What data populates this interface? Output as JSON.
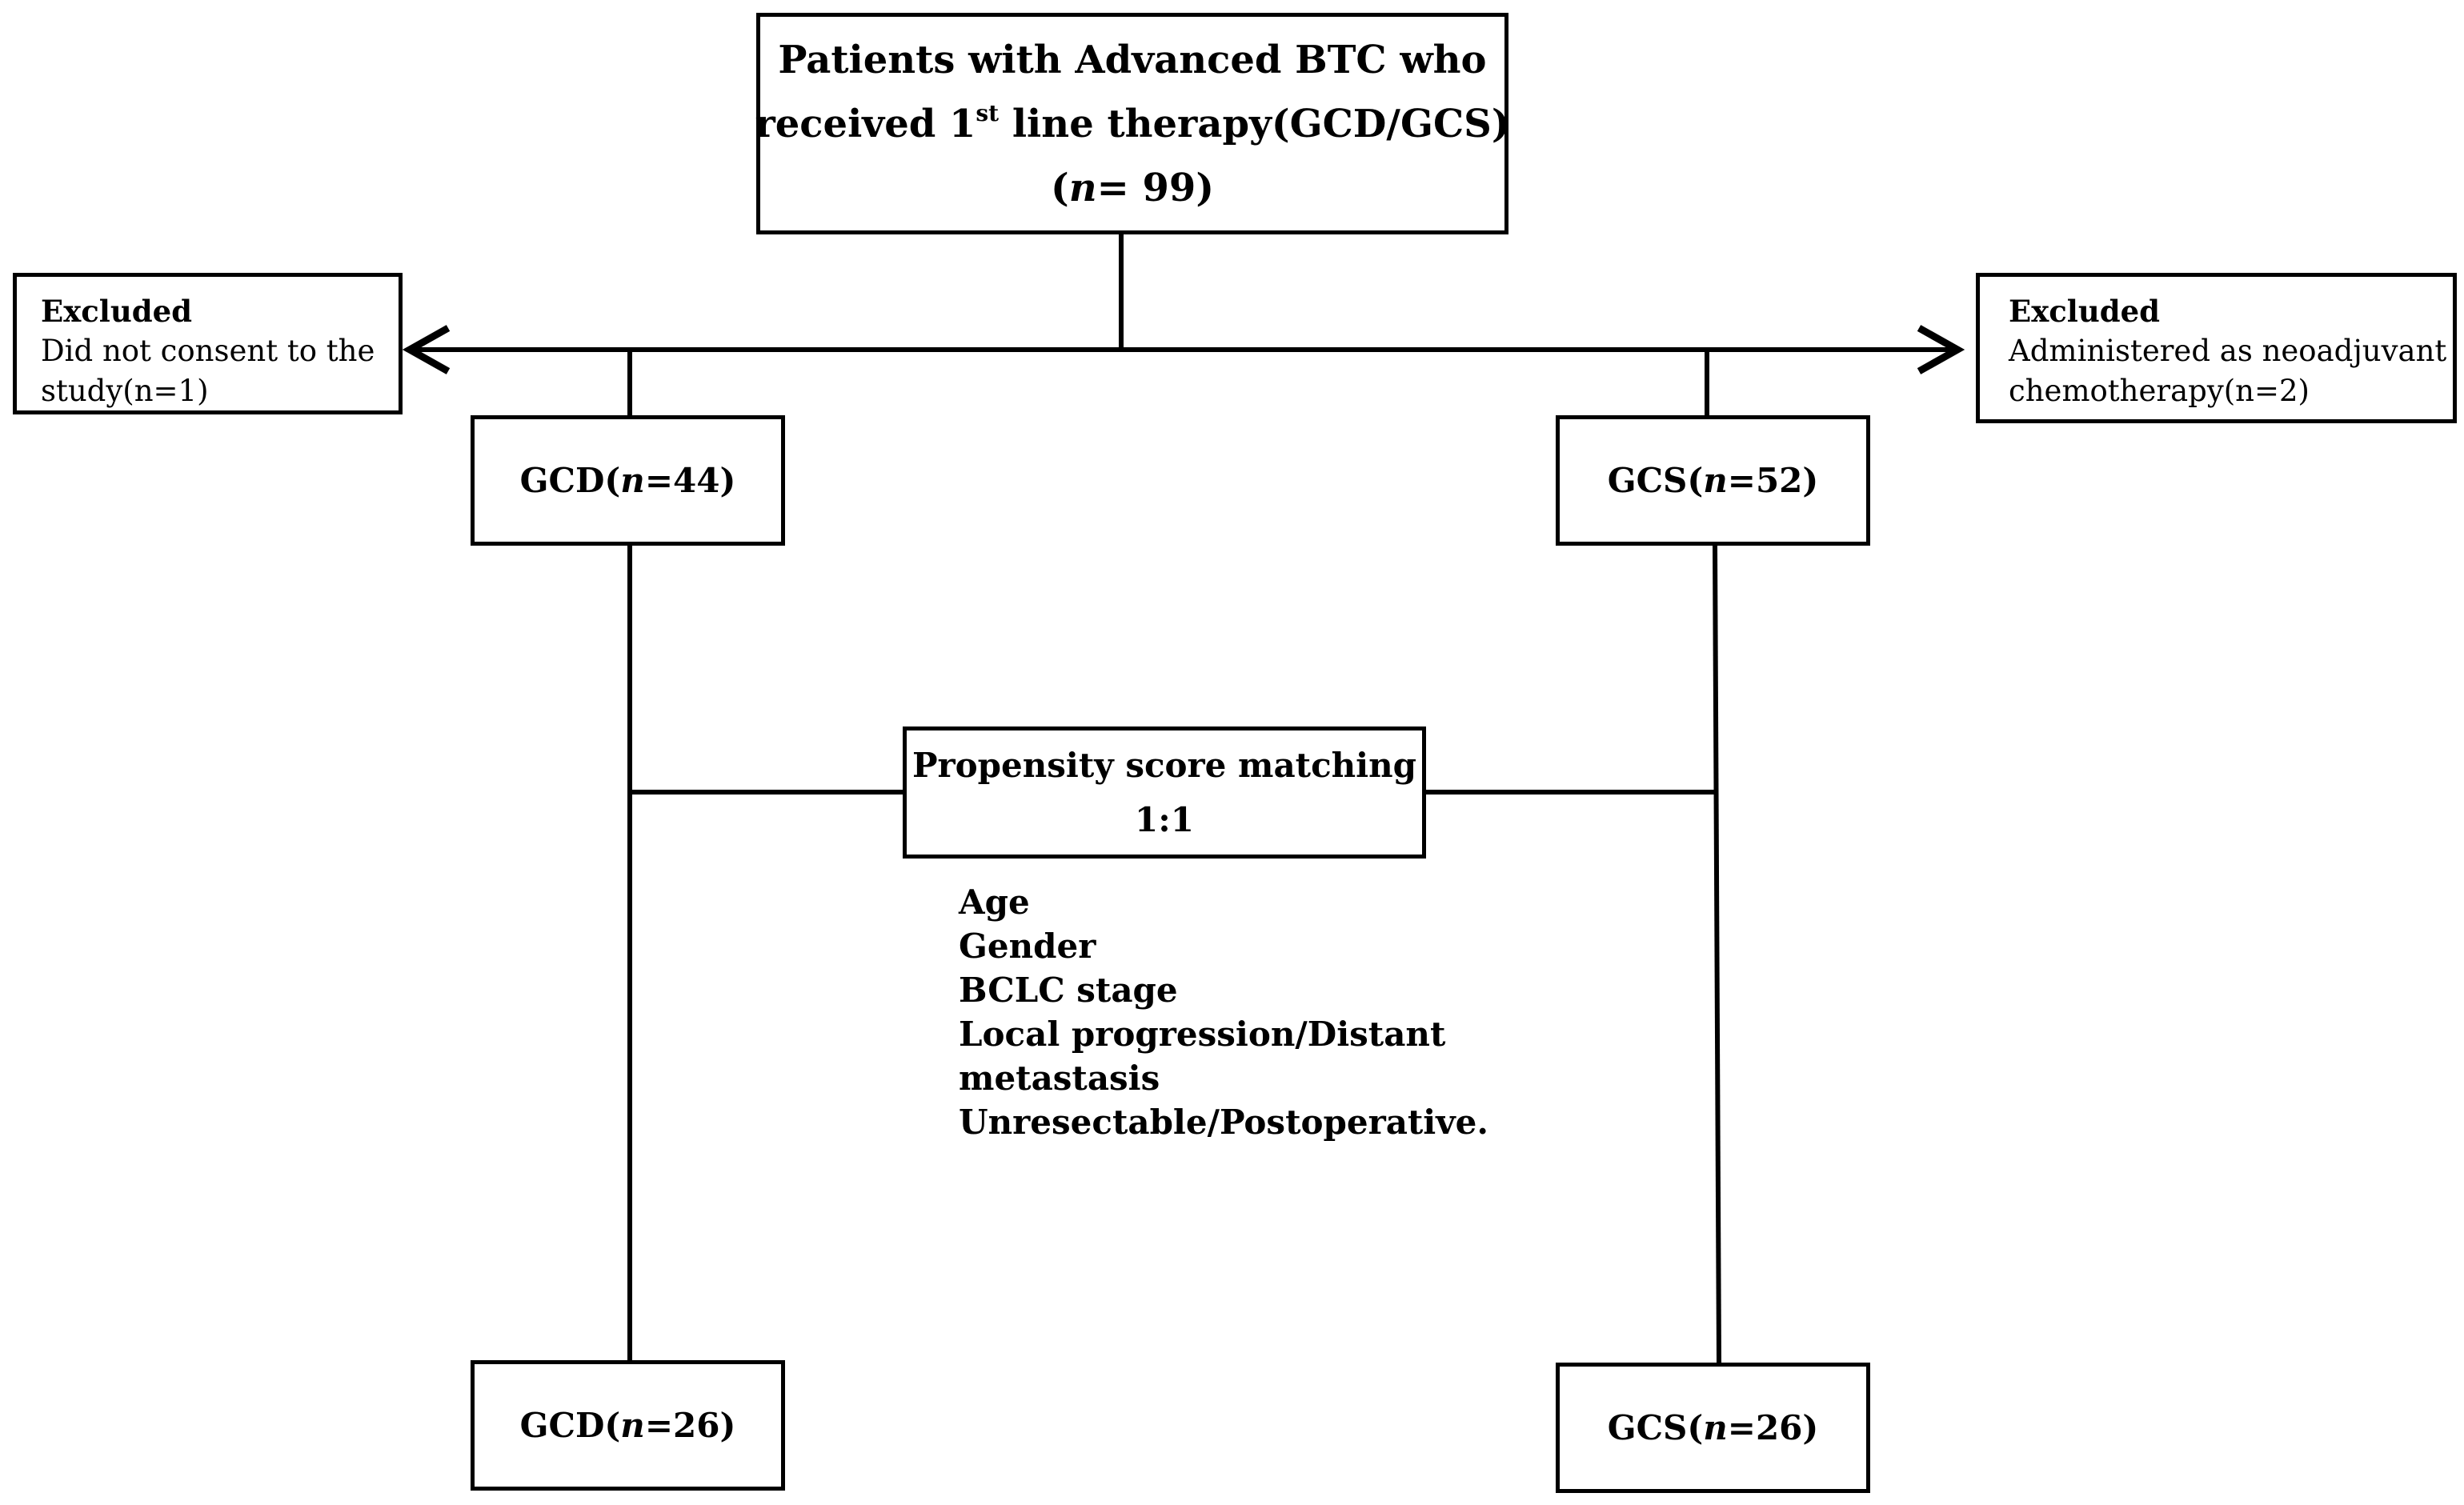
{
  "diagram": {
    "top": {
      "line1": "Patients with Advanced BTC who",
      "line2_prefix": "received 1",
      "line2_sup": "st",
      "line2_suffix": " line therapy(GCD/GCS)",
      "n_open": "(",
      "n_var": "n",
      "n_value": "= 99)"
    },
    "excluded_left": {
      "heading": "Excluded",
      "lines": [
        "Did not consent to the",
        "study(n=1)"
      ]
    },
    "excluded_right": {
      "heading": "Excluded",
      "lines": [
        "Administered as neoadjuvant",
        "chemotherapy(n=2)"
      ]
    },
    "gcd_initial": {
      "label": "GCD(",
      "var": "n",
      "value": "=44)"
    },
    "gcs_initial": {
      "label": "GCS(",
      "var": "n",
      "value": "=52)"
    },
    "psm": {
      "title": "Propensity score matching",
      "ratio": "1:1"
    },
    "covariates": [
      "Age",
      "Gender",
      "BCLC stage",
      "Local progression/Distant",
      "metastasis",
      "Unresectable/Postoperative."
    ],
    "gcd_matched": {
      "label": "GCD(",
      "var": "n",
      "value": "=26)"
    },
    "gcs_matched": {
      "label": "GCS(",
      "var": "n",
      "value": "=26)"
    }
  }
}
